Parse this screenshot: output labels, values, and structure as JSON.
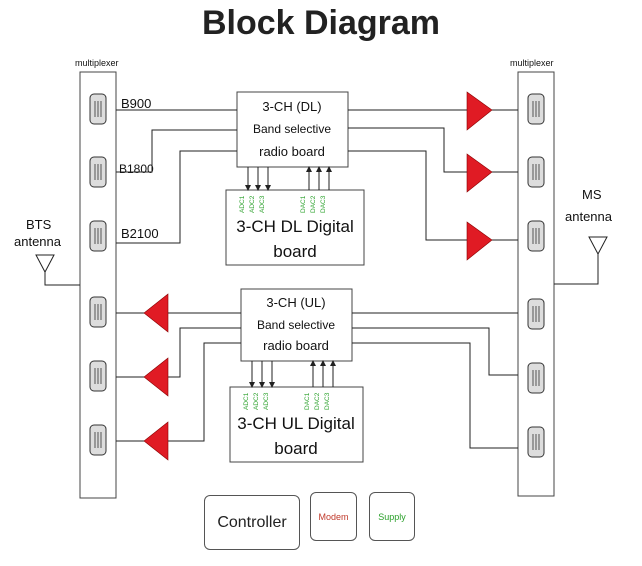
{
  "title": "Block Diagram",
  "left_mux_label": "multiplexer",
  "right_mux_label": "multiplexer",
  "bts_antenna": [
    "BTS",
    "antenna"
  ],
  "ms_antenna": [
    "MS",
    "antenna"
  ],
  "bands": [
    "B900",
    "B1800",
    "B2100"
  ],
  "dl_radio": [
    "3-CH (DL)",
    "Band selective",
    "radio board"
  ],
  "ul_radio": [
    "3-CH (UL)",
    "Band selective",
    "radio board"
  ],
  "dl_digital": [
    "3-CH DL Digital",
    "board"
  ],
  "ul_digital": [
    "3-CH UL Digital",
    "board"
  ],
  "adc_labels": [
    "ADC1",
    "ADC2",
    "ADC3"
  ],
  "dac_labels": [
    "DAC1",
    "DAC2",
    "DAC3"
  ],
  "controller": "Controller",
  "modem": "Modem",
  "supply": "Supply",
  "colors": {
    "amplifier": "#e01b24",
    "modem_text": "#c0392b",
    "supply_text": "#2aa02a",
    "adc_dac_text": "#2aa02a"
  }
}
